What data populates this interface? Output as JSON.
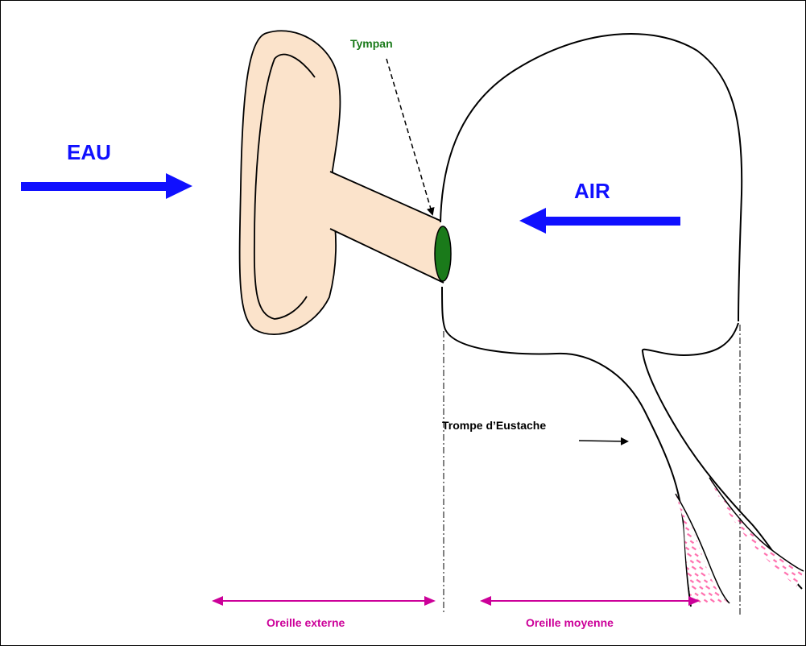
{
  "labels": {
    "eau": "EAU",
    "air": "AIR",
    "tympan": "Tympan",
    "trompe": "Trompe d’Eustache",
    "oreille_externe": "Oreille externe",
    "oreille_moyenne": "Oreille moyenne"
  },
  "colors": {
    "arrow_blue": "#1010ff",
    "tympan_green": "#1a7a1a",
    "zone_magenta": "#cc0099",
    "skin_fill": "#fbe3cb",
    "hatch_pink": "#ff6fae"
  }
}
